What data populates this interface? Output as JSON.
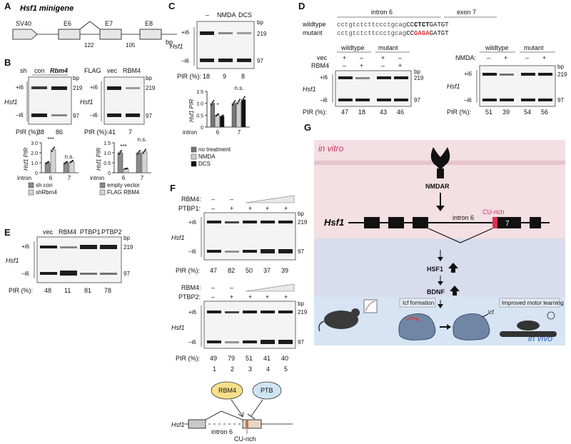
{
  "panels": {
    "A": {
      "letter": "A",
      "title": "Hsf1 minigene",
      "elements": [
        "SV40",
        "E6",
        "E7",
        "E8"
      ],
      "intron_sizes": [
        "122",
        "105"
      ],
      "unit": "bp"
    },
    "B": {
      "letter": "B",
      "gel1": {
        "prefix": "sh",
        "lanes": [
          "con",
          "Rbm4"
        ],
        "pir_label": "PIR (%):",
        "pir": [
          "38",
          "86"
        ]
      },
      "gel2": {
        "prefix": "FLAG",
        "lanes": [
          "vec",
          "RBM4"
        ],
        "pir_label": "PIR (%):",
        "pir": [
          "41",
          "7"
        ]
      },
      "legend1": [
        "sh con",
        "shRbm4"
      ],
      "legend2": [
        "empty vector",
        "FLAG RBM4"
      ]
    },
    "C": {
      "letter": "C",
      "lanes": [
        "–",
        "NMDA",
        "DCS"
      ],
      "pir_label": "PIR (%):",
      "pir": [
        "18",
        "9",
        "8"
      ],
      "legend": [
        "no treatment",
        "NMDA",
        "DCS"
      ]
    },
    "D": {
      "letter": "D",
      "header": {
        "intron": "intron 6",
        "exon": "exon 7"
      },
      "seq": {
        "wt_label": "wildtype",
        "wt_intron": "cctgtctcttccctgcag",
        "wt_cc": "CC",
        "wt_motif": "CTCT",
        "wt_rest": "GATGT",
        "mut_label": "mutant",
        "mut_intron": "cctgtctcttccctgcag",
        "mut_cc": "CC",
        "mut_motif": "GAGA",
        "mut_rest": "GATGT"
      },
      "gel1": {
        "groups": [
          "wildtype",
          "mutant"
        ],
        "row1_label": "vec",
        "row1": [
          "+",
          "–",
          "+",
          "–"
        ],
        "row2_label": "RBM4",
        "row2": [
          "–",
          "+",
          "–",
          "+"
        ],
        "pir_label": "PIR (%):",
        "pir": [
          "47",
          "18",
          "43",
          "46"
        ]
      },
      "gel2": {
        "groups": [
          "wildtype",
          "mutant"
        ],
        "row1_label": "NMDA:",
        "row1": [
          "–",
          "+",
          "–",
          "+"
        ],
        "pir_label": "PIR (%):",
        "pir": [
          "51",
          "39",
          "54",
          "56"
        ]
      }
    },
    "E": {
      "letter": "E",
      "lanes": [
        "vec",
        "RBM4",
        "PTBP1",
        "PTBP2"
      ],
      "pir_label": "PIR (%):",
      "pir": [
        "48",
        "11",
        "81",
        "78"
      ]
    },
    "F": {
      "letter": "F",
      "gel1": {
        "row1_label": "RBM4:",
        "row1": [
          "–",
          "–"
        ],
        "row2_label": "PTBP1:",
        "row2": [
          "–",
          "+",
          "+",
          "+",
          "+"
        ],
        "pir_label": "PIR (%):",
        "pir": [
          "47",
          "82",
          "50",
          "37",
          "39"
        ]
      },
      "gel2": {
        "row1_label": "RBM4:",
        "row1": [
          "–",
          "–"
        ],
        "row2_label": "PTBP2:",
        "row2": [
          "–",
          "+",
          "+",
          "+",
          "+"
        ],
        "pir_label": "PIR (%):",
        "pir": [
          "49",
          "79",
          "51",
          "41",
          "40"
        ]
      },
      "lane_numbers": [
        "1",
        "2",
        "3",
        "4",
        "5"
      ],
      "model": {
        "rbm4": "RBM4",
        "ptb": "PTB",
        "intron": "intron 6",
        "cu": "CU-rich",
        "gene": "Hsf1"
      }
    },
    "G": {
      "letter": "G",
      "in_vitro": "in vitro",
      "in_vivo": "in vivo",
      "receptor": "NMDAR",
      "gene": "Hsf1",
      "intron": "intron 6",
      "cu": "CU-rich",
      "exon": "7",
      "hsf1": "HSF1",
      "bdnf": "BDNF",
      "icf_box": "Icf formation",
      "icf": "icf",
      "motor_box": "Improved motor learning"
    }
  },
  "common": {
    "gene": "Hsf1",
    "plus_i6": "+i6",
    "minus_i6": "–i6",
    "bp": "bp",
    "bp219": "219",
    "bp97": "97",
    "pir_axis": "Hsf1 PIR",
    "intron_label": "intron",
    "intron6": "6",
    "intron7": "7",
    "ns": "n.s.",
    "sig": "***",
    "sig1": "*"
  },
  "chart_data": [
    {
      "type": "bar",
      "panel": "B-left",
      "categories": [
        "6",
        "7"
      ],
      "series": [
        {
          "name": "sh con",
          "values": [
            1.0,
            1.0
          ]
        },
        {
          "name": "shRbm4",
          "values": [
            2.3,
            1.1
          ]
        }
      ],
      "ylim": [
        0,
        3
      ],
      "yticks": [
        "0",
        "1.0",
        "2.0",
        "3.0"
      ],
      "ylabel": "Hsf1 PIR",
      "xlabel": "intron",
      "colors": [
        "#8a8a8a",
        "#d4d4d4"
      ]
    },
    {
      "type": "bar",
      "panel": "B-right",
      "categories": [
        "6",
        "7"
      ],
      "series": [
        {
          "name": "empty vector",
          "values": [
            1.0,
            1.0
          ]
        },
        {
          "name": "FLAG RBM4",
          "values": [
            0.2,
            1.05
          ]
        }
      ],
      "ylim": [
        0,
        1.5
      ],
      "yticks": [
        "0",
        "0.5",
        "1.0",
        "1.5"
      ],
      "ylabel": "Hsf1 PIR",
      "xlabel": "intron",
      "colors": [
        "#8a8a8a",
        "#d4d4d4"
      ]
    },
    {
      "type": "bar",
      "panel": "C",
      "categories": [
        "6",
        "7"
      ],
      "series": [
        {
          "name": "no treatment",
          "values": [
            1.0,
            1.0
          ]
        },
        {
          "name": "NMDA",
          "values": [
            0.5,
            1.05
          ]
        },
        {
          "name": "DCS",
          "values": [
            0.45,
            1.15
          ]
        }
      ],
      "ylim": [
        0,
        1.5
      ],
      "yticks": [
        "0",
        "0.5",
        "1.0",
        "1.5"
      ],
      "ylabel": "Hsf1 PIR",
      "xlabel": "intron",
      "colors": [
        "#777777",
        "#cfcfcf",
        "#111111"
      ]
    }
  ]
}
